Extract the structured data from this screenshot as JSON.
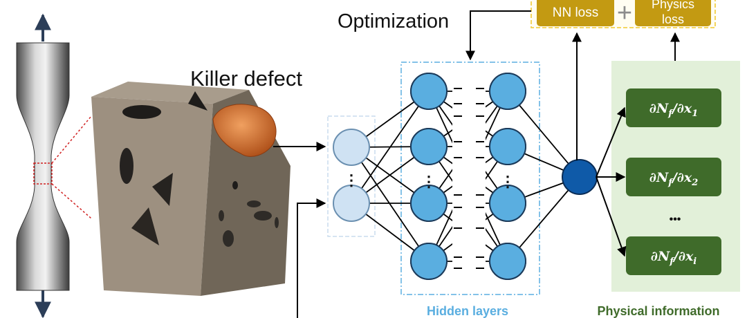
{
  "labels": {
    "optimization": "Optimization",
    "killer_defect": "Killer defect",
    "nn_loss": "NN loss",
    "plus": "+",
    "physics_loss_line1": "Physics",
    "physics_loss_line2": "loss",
    "hidden_layers": "Hidden layers",
    "physical_information": "Physical information",
    "vertical_dots": "⋮",
    "ellipsis": "•••"
  },
  "derivatives": [
    {
      "main": "∂N",
      "sub1": "f",
      "mid": "/∂x",
      "sub2": "1"
    },
    {
      "main": "∂N",
      "sub1": "f",
      "mid": "/∂x",
      "sub2": "2"
    },
    {
      "main": "∂N",
      "sub1": "f",
      "mid": "/∂x",
      "sub2": "i"
    }
  ],
  "colors": {
    "loss_box": "#c39a12",
    "loss_frame": "#f2d04a",
    "physics_panel": "#e2f0d9",
    "deriv_box": "#3f6b2a",
    "hidden_node": "#5aaee0",
    "input_node": "#cfe2f3",
    "output_node": "#0f5aa8",
    "hidden_frame": "#5aaee0",
    "defect": "#d06a2c",
    "cube_top": "#a89c8c",
    "cube_front": "#9d9080",
    "cube_right": "#706658",
    "hidden_text": "#5aaee0",
    "physical_text": "#3f6b2a"
  }
}
